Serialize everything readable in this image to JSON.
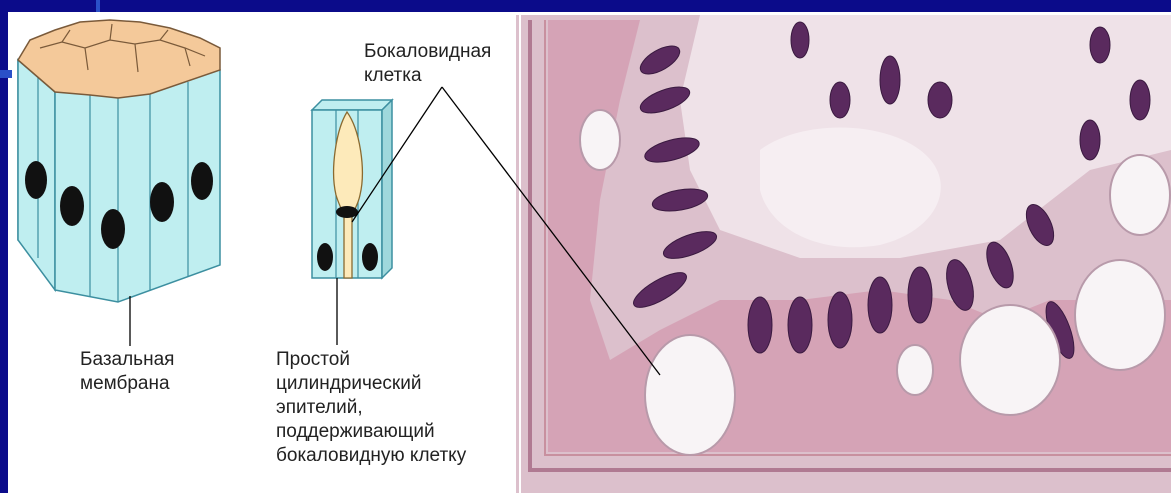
{
  "labels": {
    "basal_membrane": "Базальная\nмембрана",
    "simple_columnar": "Простой\nцилиндрический\nэпителий,\nподдерживающий\nбокаловидную клетку",
    "goblet_cell": "Бокаловидная\nклетка"
  },
  "colors": {
    "frame": "#0b0b8a",
    "cell_side": "#bfeef0",
    "cell_top": "#f4c99a",
    "nucleus": "#111111",
    "goblet": "#fdeaba",
    "tissue_pink": "#d9a2b6",
    "tissue_nucleus": "#5a2a5e"
  }
}
